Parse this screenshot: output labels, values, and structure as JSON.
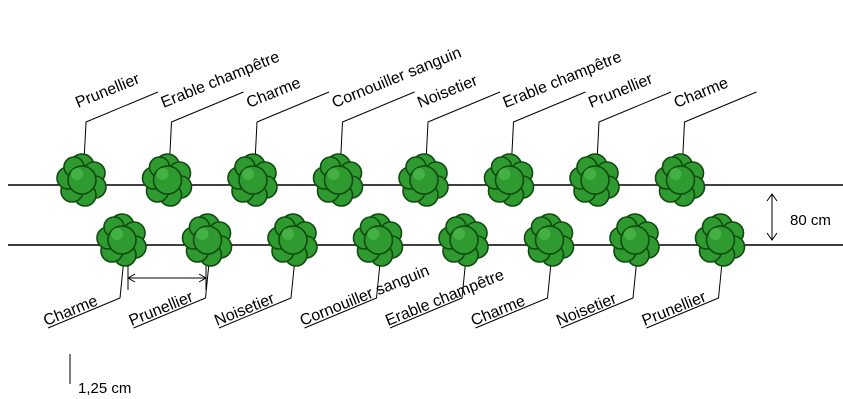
{
  "top_row": [
    "Prunellier",
    "Erable champêtre",
    "Charme",
    "Cornouiller sanguin",
    "Noisetier",
    "Erable champêtre",
    "Prunellier",
    "Charme"
  ],
  "bottom_row": [
    "Charme",
    "Prunellier",
    "Noisetier",
    "Cornouiller sanguin",
    "Erable champêtre",
    "Charme",
    "Noisetier",
    "Prunellier"
  ],
  "row_spacing_label": "80 cm",
  "plant_spacing_label": "1,25 cm",
  "colors": {
    "foliage": "#2f9a2f",
    "foliage_dark": "#0f4a0f",
    "line": "#000000"
  }
}
